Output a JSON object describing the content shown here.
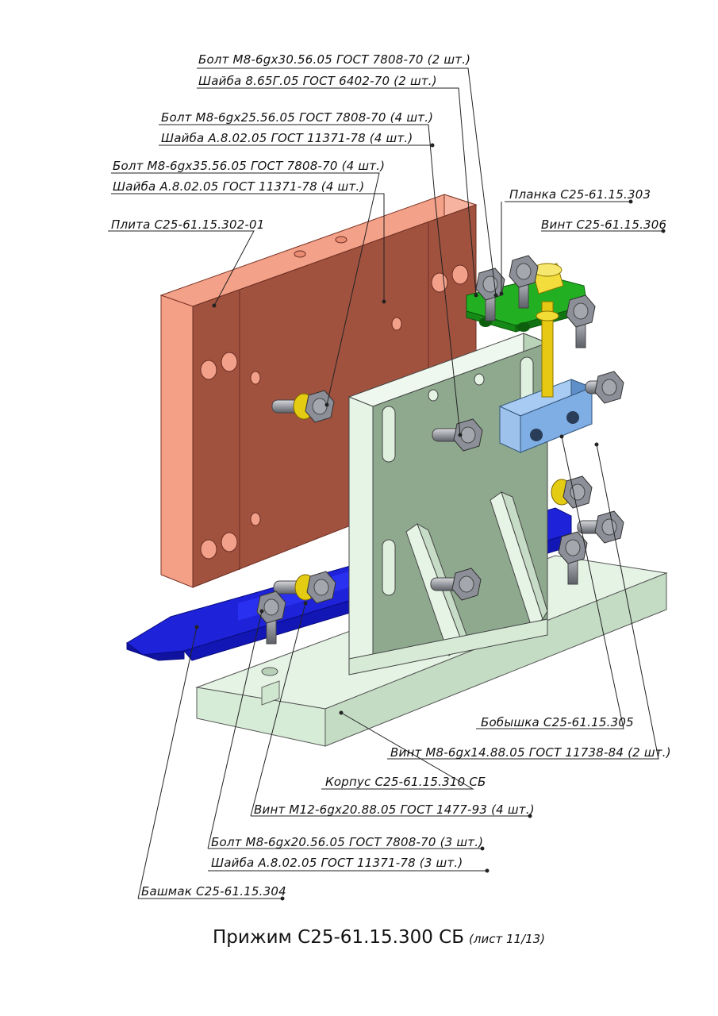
{
  "callouts": {
    "bolt_30": "Болт М8-6gх30.56.05 ГОСТ 7808-70 (2 шт.)",
    "washer_865": "Шайба 8.65Г.05 ГОСТ 6402-70 (2 шт.)",
    "bolt_25": "Болт М8-6gх25.56.05 ГОСТ 7808-70 (4 шт.)",
    "washer_a8_top": "Шайба А.8.02.05 ГОСТ 11371-78 (4 шт.)",
    "bolt_35": "Болт М8-6gх35.56.05 ГОСТ 7808-70 (4 шт.)",
    "washer_a8_mid": "Шайба А.8.02.05 ГОСТ 11371-78 (4 шт.)",
    "plate": "Плита С25-61.15.302-01",
    "planka": "Планка С25-61.15.303",
    "vint_306": "Винт С25-61.15.306",
    "bobyshka": "Бобышка С25-61.15.305",
    "vint_m8": "Винт М8-6gх14.88.05 ГОСТ 11738-84 (2 шт.)",
    "korpus": "Корпус С25-61.15.310 СБ",
    "vint_m12": "Винт М12-6gх20.88.05 ГОСТ 1477-93 (4 шт.)",
    "bolt_20": "Болт М8-6gх20.56.05 ГОСТ 7808-70 (3 шт.)",
    "washer_a8_bot": "Шайба А.8.02.05 ГОСТ 11371-78 (3 шт.)",
    "bashmak": "Башмак С25-61.15.304"
  },
  "title": {
    "main": "Прижим С25-61.15.300 СБ",
    "sheet": "(лист 11/13)"
  },
  "colors": {
    "plate_face": "#a0523f",
    "plate_light": "#f4a189",
    "body": "#d7ecd7",
    "body_shade": "#8fa98f",
    "shoe": "#1e22d8",
    "bracket": "#1fa31f",
    "boss": "#7eaee4",
    "screw": "#e6cb11",
    "bolt": "#8c8f97"
  }
}
